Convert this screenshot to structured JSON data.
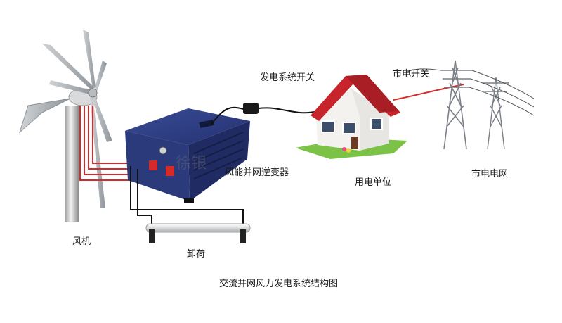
{
  "labels": {
    "turbine": "风机",
    "inverter": "风能并网逆变器",
    "dump_load": "卸荷",
    "power_switch": "发电系统开关",
    "house": "用电单位",
    "grid_switch": "市电开关",
    "grid": "市电电网",
    "caption": "交流并网风力发电系统结构图",
    "watermark": "徐银"
  },
  "colors": {
    "inverter_body": "#2b3a7a",
    "wire_red": "#d42a2a",
    "wire_black": "#111111",
    "roof": "#c8242c",
    "grass": "#7cc247",
    "tower": "#7a7f86"
  }
}
